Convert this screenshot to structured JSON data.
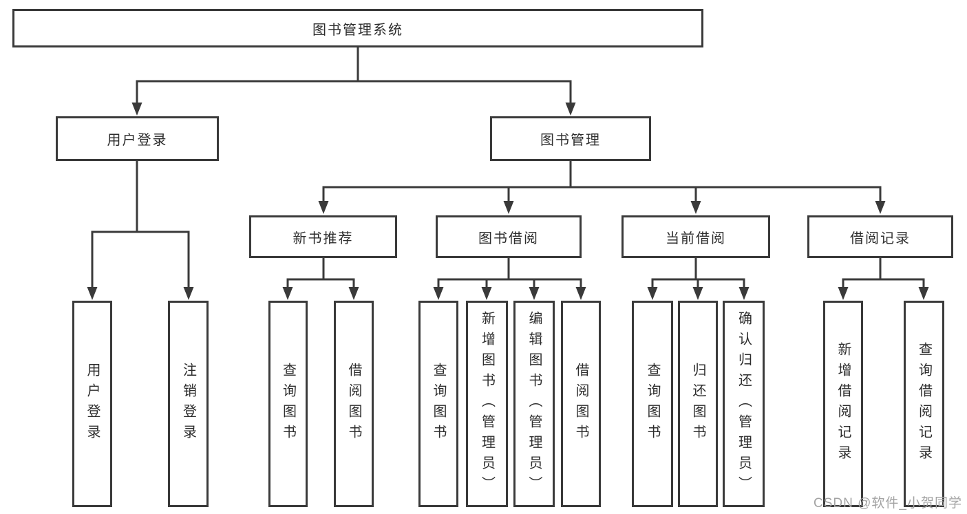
{
  "diagram": {
    "root": {
      "label": "图书管理系统",
      "children": [
        {
          "label": "用户登录",
          "children": [
            {
              "label": "用户登录"
            },
            {
              "label": "注销登录"
            }
          ]
        },
        {
          "label": "图书管理",
          "children": [
            {
              "label": "新书推荐",
              "children": [
                {
                  "label": "查询图书"
                },
                {
                  "label": "借阅图书"
                }
              ]
            },
            {
              "label": "图书借阅",
              "children": [
                {
                  "label": "查询图书"
                },
                {
                  "label": "新增图书（管理员）"
                },
                {
                  "label": "编辑图书（管理员）"
                },
                {
                  "label": "借阅图书"
                }
              ]
            },
            {
              "label": "当前借阅",
              "children": [
                {
                  "label": "查询图书"
                },
                {
                  "label": "归还图书"
                },
                {
                  "label": "确认归还（管理员）"
                }
              ]
            },
            {
              "label": "借阅记录",
              "children": [
                {
                  "label": "新增借阅记录"
                },
                {
                  "label": "查询借阅记录"
                }
              ]
            }
          ]
        }
      ]
    }
  },
  "watermark": {
    "text": "CSDN @软件_小贺同学"
  },
  "colors": {
    "line": "#3a3a3a",
    "text": "#2d2d2d",
    "background": "#ffffff",
    "watermark": "#a3a3a3"
  }
}
